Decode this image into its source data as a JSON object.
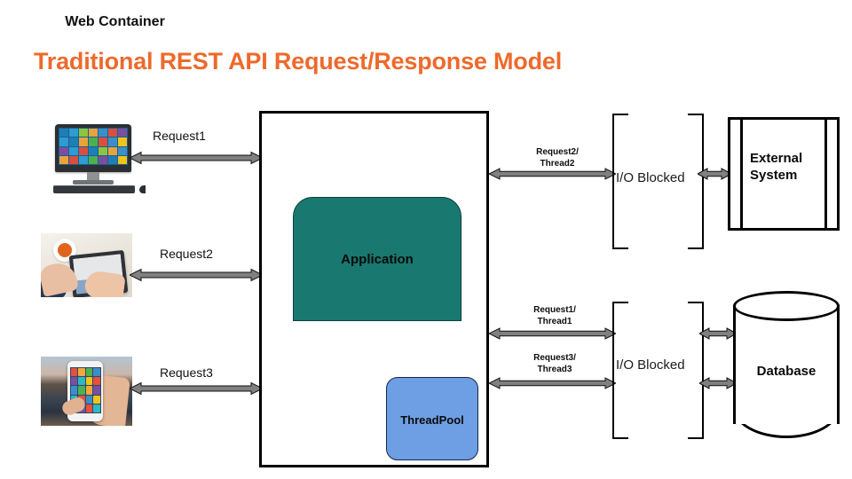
{
  "title": "Traditional REST API Request/Response Model",
  "theme": {
    "title_color": "#ED6A2C",
    "application_fill": "#19786F",
    "threadpool_fill": "#6E9EE3",
    "arrow_fill": "#808080",
    "stroke": "#000000"
  },
  "clients": [
    {
      "icon": "desktop-computer-icon",
      "request_label": "Request1"
    },
    {
      "icon": "tablet-user-photo-icon",
      "request_label": "Request2"
    },
    {
      "icon": "smartphone-in-hand-photo-icon",
      "request_label": "Request3"
    }
  ],
  "web_container": {
    "title": "Web Container",
    "application": {
      "label": "Application"
    },
    "threadpool": {
      "label": "ThreadPool"
    }
  },
  "flows": {
    "top": {
      "label": "Request2/\nThread2"
    },
    "middle": {
      "label": "Request1/\nThread1"
    },
    "bottom": {
      "label": "Request3/\nThread3"
    }
  },
  "io_blocked": {
    "top_label": "I/O Blocked",
    "bottom_label": "I/O Blocked"
  },
  "backends": [
    {
      "name": "external-system",
      "label": "External System",
      "shape": "uml-node"
    },
    {
      "name": "database",
      "label": "Database",
      "shape": "cylinder"
    }
  ]
}
